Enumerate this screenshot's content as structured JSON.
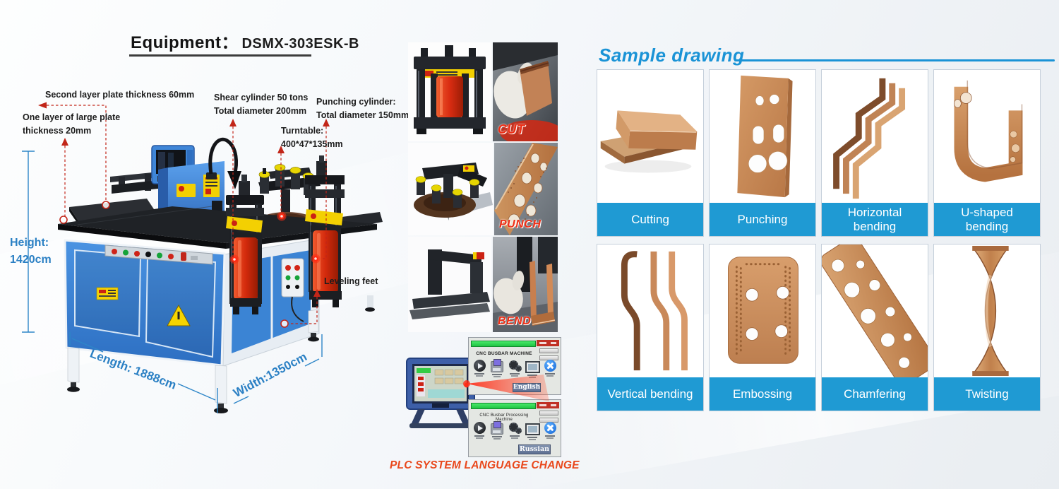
{
  "equipment": {
    "label": "Equipment：",
    "model": "DSMX-303ESK-B"
  },
  "annotations": [
    {
      "id": "second-layer",
      "text": "Second layer plate thickness 60mm"
    },
    {
      "id": "one-layer",
      "text": "One layer of large plate\nthickness 20mm"
    },
    {
      "id": "shear-cylinder",
      "text": "Shear cylinder 50 tons\nTotal diameter 200mm"
    },
    {
      "id": "punching-cylinder",
      "text": "Punching cylinder:\nTotal diameter 150mm"
    },
    {
      "id": "turntable",
      "text": "Turntable:\n400*47*135mm"
    },
    {
      "id": "leveling-feet",
      "text": "Leveling feet"
    }
  ],
  "dimensions": {
    "height_label": "Height:",
    "height_value": "1420cm",
    "length": "Length: 1888cm",
    "width": "Width:1350cm"
  },
  "process_labels": {
    "cut": "CUT",
    "punch": "PUNCH",
    "bend": "BEND"
  },
  "plc": {
    "screen_en_title": "CNC BUSBAR MACHINE",
    "screen_ru_title": "CNC Busbar Processing Machine",
    "lang_en": "English",
    "lang_ru": "Russian",
    "caption": "PLC SYSTEM LANGUAGE CHANGE"
  },
  "sample": {
    "title": "Sample drawing",
    "items": [
      "Cutting",
      "Punching",
      "Horizontal bending",
      "U-shaped bending",
      "Vertical bending",
      "Embossing",
      "Chamfering",
      "Twisting"
    ]
  },
  "colors": {
    "dimension_blue": "#2b80c4",
    "sample_blue": "#1a93d6",
    "label_bar_blue": "#1f9ad3",
    "annotation_red": "#c22619",
    "process_label_red": "#ee2e15",
    "caption_orange": "#e9481c",
    "machine_blue": "#3c86d8",
    "cylinder_red": "#d42a0c",
    "copper": "#c68a5c"
  }
}
